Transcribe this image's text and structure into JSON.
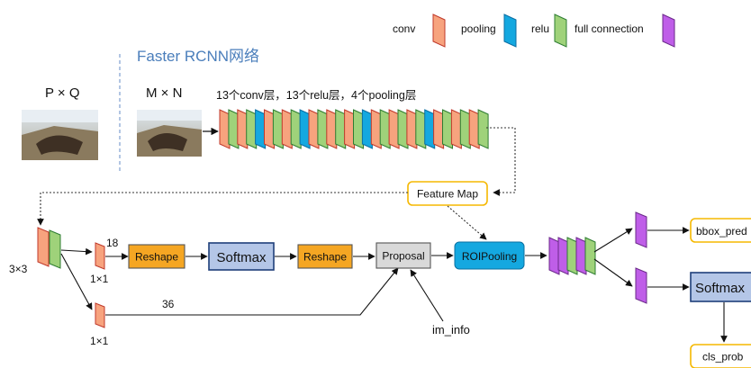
{
  "title": "Faster RCNN网络",
  "labels": {
    "pq": "P × Q",
    "mn": "M × N",
    "backbone": "13个conv层，13个relu层，4个pooling层",
    "feature_map": "Feature Map",
    "k3x3": "3×3",
    "k1x1_top": "1×1",
    "k1x1_bottom": "1×1",
    "n18": "18",
    "n36": "36",
    "reshape1": "Reshape",
    "softmax1": "Softmax",
    "reshape2": "Reshape",
    "proposal": "Proposal",
    "roipooling": "ROIPooling",
    "im_info": "im_info",
    "bbox_pred": "bbox_pred",
    "softmax2": "Softmax",
    "cls_prob": "cls_prob"
  },
  "legend": [
    {
      "label": "conv",
      "color": "#f7a37e"
    },
    {
      "label": "pooling",
      "color": "#14a8e0"
    },
    {
      "label": "relu",
      "color": "#9fd27a"
    },
    {
      "label": "full connection",
      "color": "#bf5ee8"
    }
  ],
  "backbone_sequence": [
    "conv",
    "relu",
    "conv",
    "relu",
    "pooling",
    "conv",
    "relu",
    "conv",
    "relu",
    "pooling",
    "conv",
    "relu",
    "conv",
    "relu",
    "conv",
    "relu",
    "pooling",
    "conv",
    "relu",
    "conv",
    "relu",
    "conv",
    "relu",
    "pooling",
    "conv",
    "relu",
    "conv",
    "relu",
    "conv",
    "relu"
  ],
  "colors": {
    "conv": "#f7a37e",
    "pooling": "#14a8e0",
    "relu": "#9fd27a",
    "fc": "#bf5ee8",
    "reshape": "#f5a623",
    "softmax": "#b4c6e7",
    "proposal": "#d9d9d9",
    "roipooling": "#14a8e0",
    "highlight_border": "#f5b800",
    "title": "#4a7ebb",
    "divider": "#7f9fd0"
  }
}
